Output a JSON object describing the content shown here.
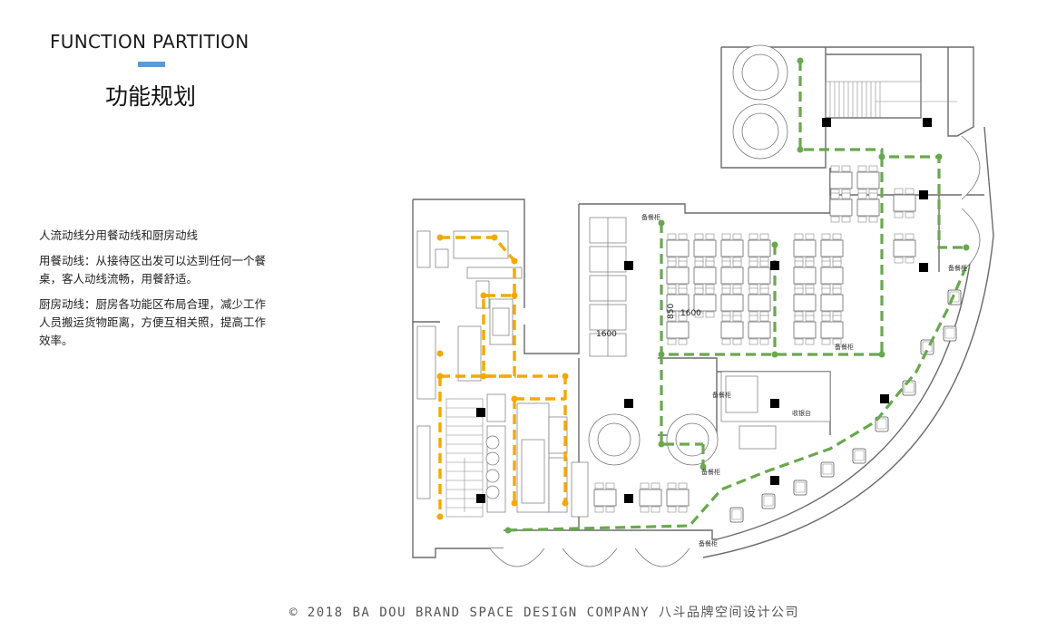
{
  "header": {
    "title_en": "FUNCTION PARTITION",
    "title_cn": "功能规划"
  },
  "description": {
    "line1": "人流动线分用餐动线和厨房动线",
    "line2": "用餐动线：从接待区出发可以达到任何一个餐桌，客人动线流畅，用餐舒适。",
    "line3": "厨房动线：厨房各功能区布局合理，减少工作人员搬运货物距离，方便互相关照，提高工作效率。"
  },
  "floorplan": {
    "labels": {
      "prep_1": "备餐柜",
      "prep_2": "备餐柜",
      "prep_3": "备餐柜",
      "prep_4": "备餐柜",
      "prep_5": "备餐柜",
      "prep_6": "备餐柜",
      "cashier": "收银台",
      "dim_1600_a": "1600",
      "dim_1600_b": "1600",
      "dim_850": "850"
    },
    "colors": {
      "dining_route": "#6aa84f",
      "kitchen_route": "#f6a800",
      "wall": "#6b6b6b"
    }
  },
  "footer": {
    "copyright": "©  2018  BA DOU BRAND SPACE DESIGN COMPANY  八斗品牌空间设计公司"
  }
}
